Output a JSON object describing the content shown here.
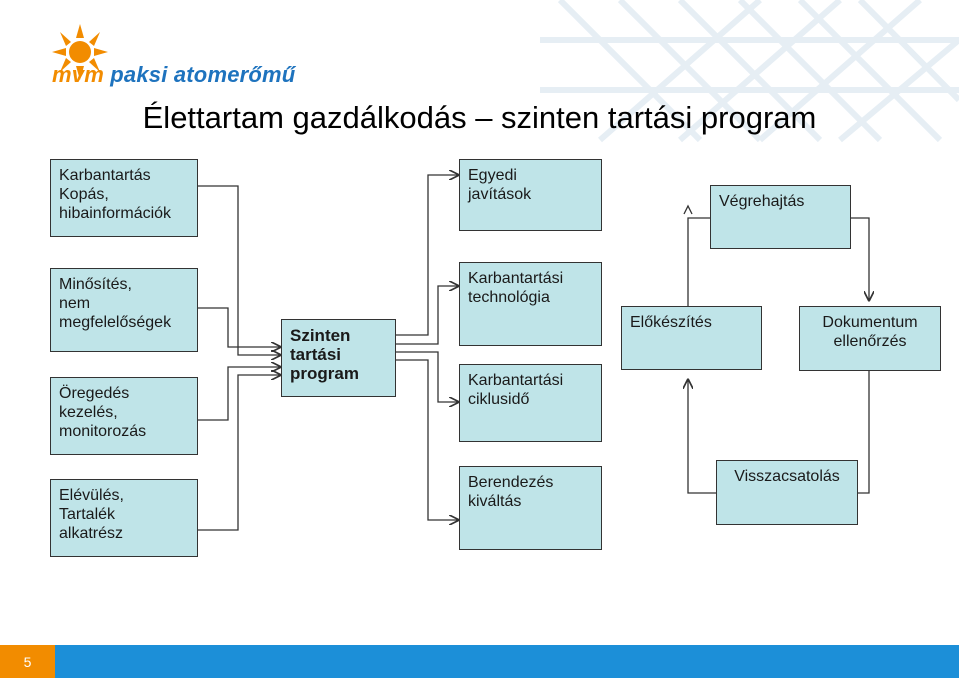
{
  "logo": {
    "brand_mvm": "mvm",
    "brand_rest": " paksi atomerőmű"
  },
  "title": "Élettartam gazdálkodás – szinten tartási program",
  "boxes": {
    "karbantartas": "Karbantartás\nKopás,\nhibainformációk",
    "minosites": "Minősítés,\nnem\nmegfelelőségek",
    "oregedes": "Öregedés\nkezelés,\nmonitorozás",
    "elavules": "Elévülés,\nTartalék\nalkatrész",
    "szinten": "Szinten\ntartási\nprogram",
    "egyedi": "Egyedi\njavítások",
    "technologia": "Karbantartási\ntechnológia",
    "ciklusido": "Karbantartási\nciklusidő",
    "berendezes": "Berendezés\nkiváltás",
    "vegrehajtas": "Végrehajtás",
    "elokeszites": "Előkészítés",
    "dokumentum": "Dokumentum\nellenőrzés",
    "visszacsatolas": "Visszacsatolás"
  },
  "footer": {
    "page_number": "5"
  },
  "colors": {
    "box_fill": "#bfe4e8",
    "footer_blue": "#1c8fd8",
    "footer_orange": "#f28c00",
    "logo_blue": "#1e73be"
  }
}
